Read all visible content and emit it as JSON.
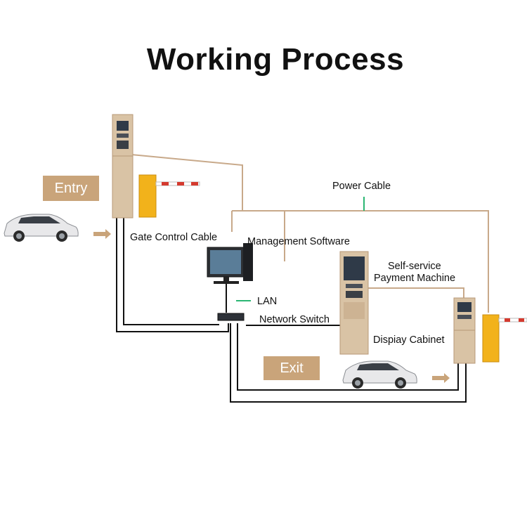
{
  "title": "Working Process",
  "tags": {
    "entry": "Entry",
    "exit": "Exit"
  },
  "labels": {
    "power_cable": "Power Cable",
    "gate_control_cable": "Gate Control Cable",
    "management_software": "Management Software",
    "self_service_line1": "Self-service",
    "self_service_line2": "Payment Machine",
    "lan": "LAN",
    "network_switch": "Network Switch",
    "display_cabinet": "Dispiay Cabinet"
  },
  "colors": {
    "tag_bg": "#c9a47a",
    "cabinet": "#d9c3a5",
    "barrier_yellow": "#f2b21b",
    "cable_gray": "#c8a98a",
    "wire_black": "#111111",
    "lan_green": "#2bb673",
    "arrow": "#c9a47a"
  }
}
